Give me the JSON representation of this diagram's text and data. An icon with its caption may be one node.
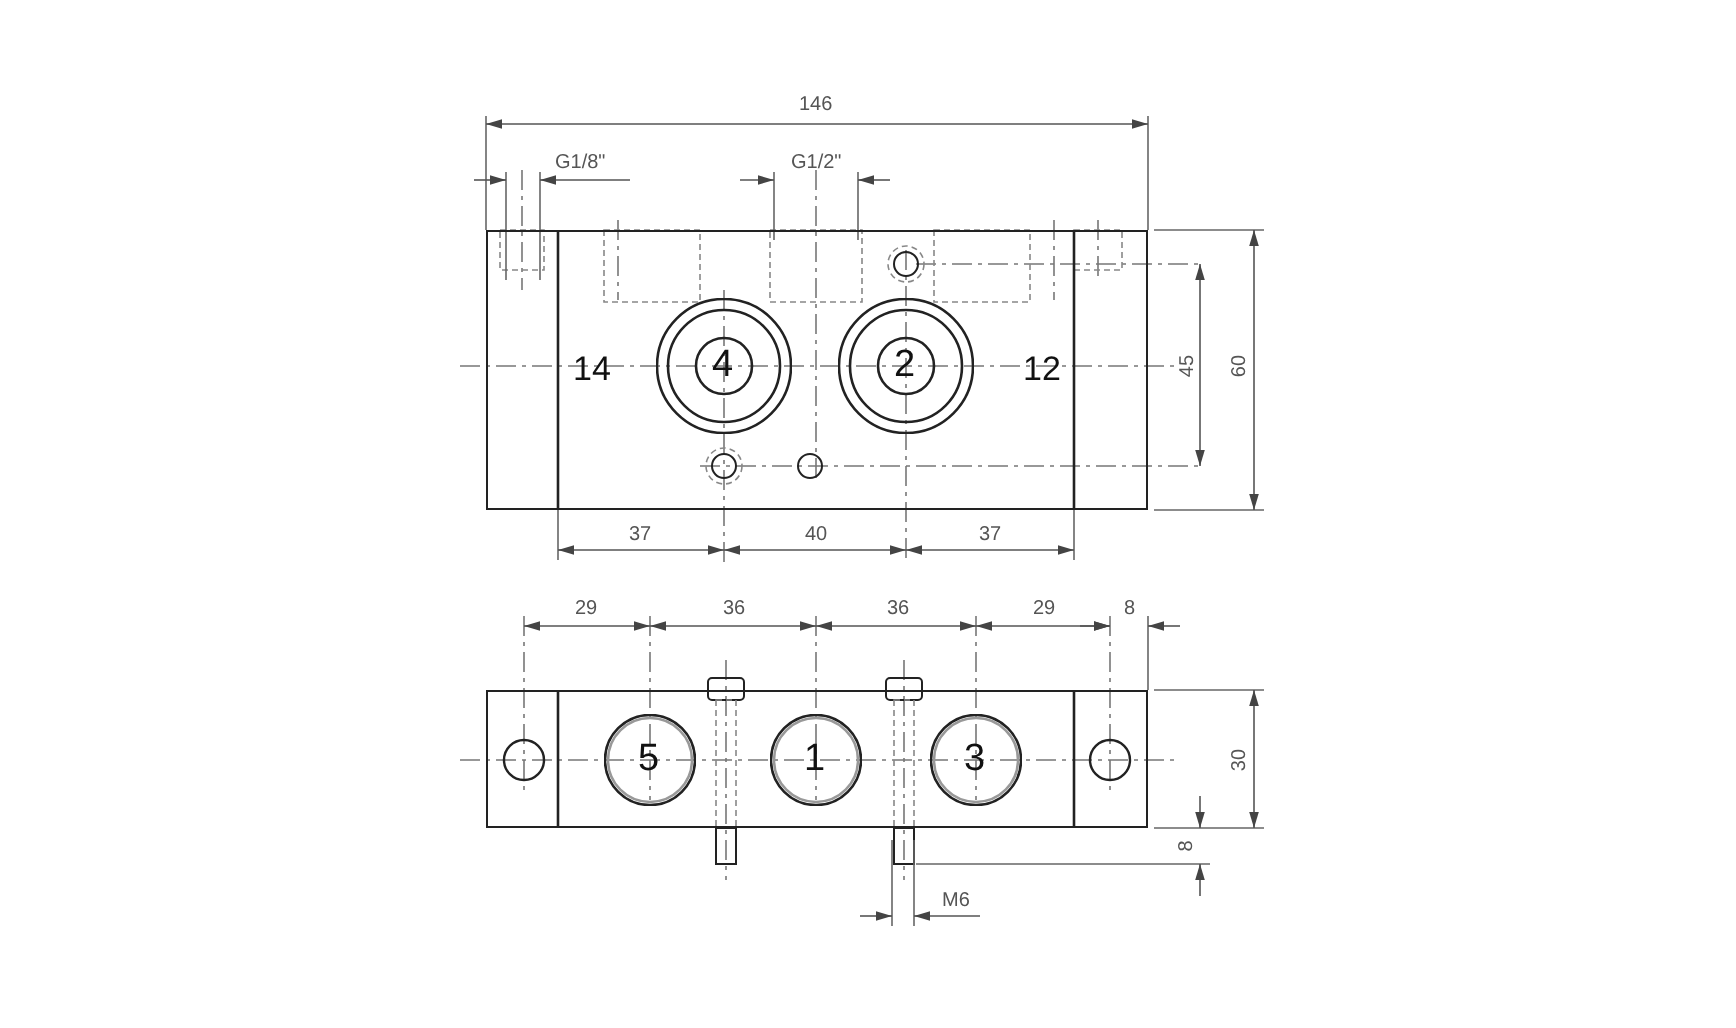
{
  "diagram": {
    "nodes": [
      {
        "text": [
          "14",
          "12"
        ]
      },
      {
        "text": [
          "4"
        ],
        "in": 0
      },
      {
        "text": [
          "2"
        ],
        "in": 0
      },
      {
        "text": [],
        "shape": "box"
      },
      {
        "text": [
          "5"
        ],
        "in": 3
      },
      {
        "text": [
          "1"
        ],
        "in": 3
      },
      {
        "text": [
          "3"
        ],
        "in": 3
      }
    ],
    "edges": [],
    "labels": [
      "146",
      "G1/8\"",
      "G1/2\"",
      "45",
      "60",
      "37",
      "40",
      "37",
      "29",
      "36",
      "36",
      "29",
      "8",
      "30",
      "8",
      "M6"
    ]
  }
}
